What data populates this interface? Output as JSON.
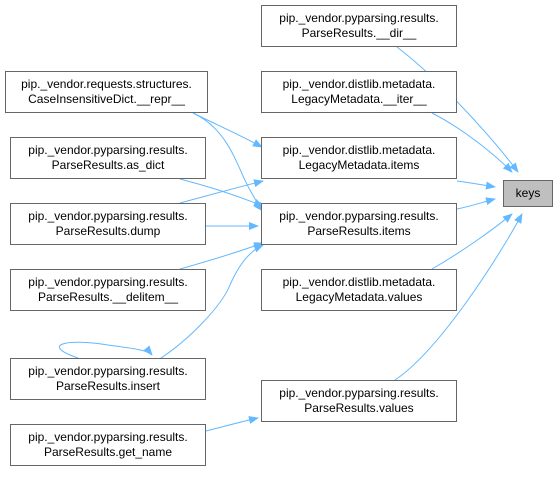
{
  "graph": {
    "edge_color": "#63b8ff",
    "node_border_color": "#666666",
    "focus_fill_color": "#bfbfbf",
    "nodes": [
      {
        "id": "keys",
        "lines": [
          "keys"
        ],
        "focus": true
      },
      {
        "id": "pr_dir",
        "lines": [
          "pip._vendor.pyparsing.results.",
          "ParseResults.__dir__"
        ]
      },
      {
        "id": "lm_iter",
        "lines": [
          "pip._vendor.distlib.metadata.",
          "LegacyMetadata.__iter__"
        ]
      },
      {
        "id": "lm_items",
        "lines": [
          "pip._vendor.distlib.metadata.",
          "LegacyMetadata.items"
        ]
      },
      {
        "id": "pr_items",
        "lines": [
          "pip._vendor.pyparsing.results.",
          "ParseResults.items"
        ]
      },
      {
        "id": "lm_values",
        "lines": [
          "pip._vendor.distlib.metadata.",
          "LegacyMetadata.values"
        ]
      },
      {
        "id": "pr_values",
        "lines": [
          "pip._vendor.pyparsing.results.",
          "ParseResults.values"
        ]
      },
      {
        "id": "cid_repr",
        "lines": [
          "pip._vendor.requests.structures.",
          "CaseInsensitiveDict.__repr__"
        ]
      },
      {
        "id": "pr_as_dict",
        "lines": [
          "pip._vendor.pyparsing.results.",
          "ParseResults.as_dict"
        ]
      },
      {
        "id": "pr_dump",
        "lines": [
          "pip._vendor.pyparsing.results.",
          "ParseResults.dump"
        ]
      },
      {
        "id": "pr_delitem",
        "lines": [
          "pip._vendor.pyparsing.results.",
          "ParseResults.__delitem__"
        ]
      },
      {
        "id": "pr_insert",
        "lines": [
          "pip._vendor.pyparsing.results.",
          "ParseResults.insert"
        ]
      },
      {
        "id": "pr_get_name",
        "lines": [
          "pip._vendor.pyparsing.results.",
          "ParseResults.get_name"
        ]
      }
    ],
    "edges": [
      {
        "from": "pr_dir",
        "to": "keys"
      },
      {
        "from": "lm_iter",
        "to": "keys"
      },
      {
        "from": "lm_items",
        "to": "keys"
      },
      {
        "from": "pr_items",
        "to": "keys"
      },
      {
        "from": "lm_values",
        "to": "keys"
      },
      {
        "from": "pr_values",
        "to": "keys"
      },
      {
        "from": "cid_repr",
        "to": "lm_items"
      },
      {
        "from": "cid_repr",
        "to": "pr_items"
      },
      {
        "from": "pr_as_dict",
        "to": "pr_items"
      },
      {
        "from": "pr_dump",
        "to": "lm_items"
      },
      {
        "from": "pr_dump",
        "to": "pr_items"
      },
      {
        "from": "pr_delitem",
        "to": "pr_items"
      },
      {
        "from": "pr_insert",
        "to": "pr_items"
      },
      {
        "from": "pr_insert",
        "to": "pr_insert"
      },
      {
        "from": "pr_get_name",
        "to": "pr_values"
      }
    ]
  }
}
